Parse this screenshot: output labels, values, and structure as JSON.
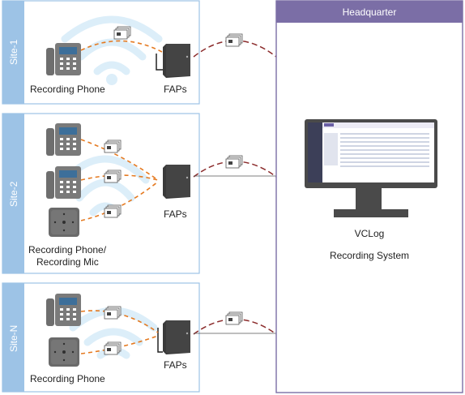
{
  "sites": [
    {
      "tab": "Site-1",
      "device_label": "Recording Phone",
      "device_label_2": "",
      "faps_label": "FAPs"
    },
    {
      "tab": "Site-2",
      "device_label": "Recording Phone/",
      "device_label_2": "Recording Mic",
      "faps_label": "FAPs"
    },
    {
      "tab": "Site-N",
      "device_label": "Recording Phone",
      "device_label_2": "",
      "faps_label": "FAPs"
    }
  ],
  "headquarter": {
    "title": "Headquarter",
    "product": "VCLog",
    "system": "Recording System"
  },
  "colors": {
    "site_tab": "#9dc3e6",
    "site_border": "#9dc3e6",
    "hq_header": "#7b6ea6",
    "hq_border": "#7b6ea6",
    "wave": "#dceef9",
    "link_dash": "#e57a21",
    "trunk_dash": "#8b2b2b",
    "device": "#6e6e6e",
    "fap": "#3a3a3a",
    "monitor": "#4a4a4a"
  }
}
